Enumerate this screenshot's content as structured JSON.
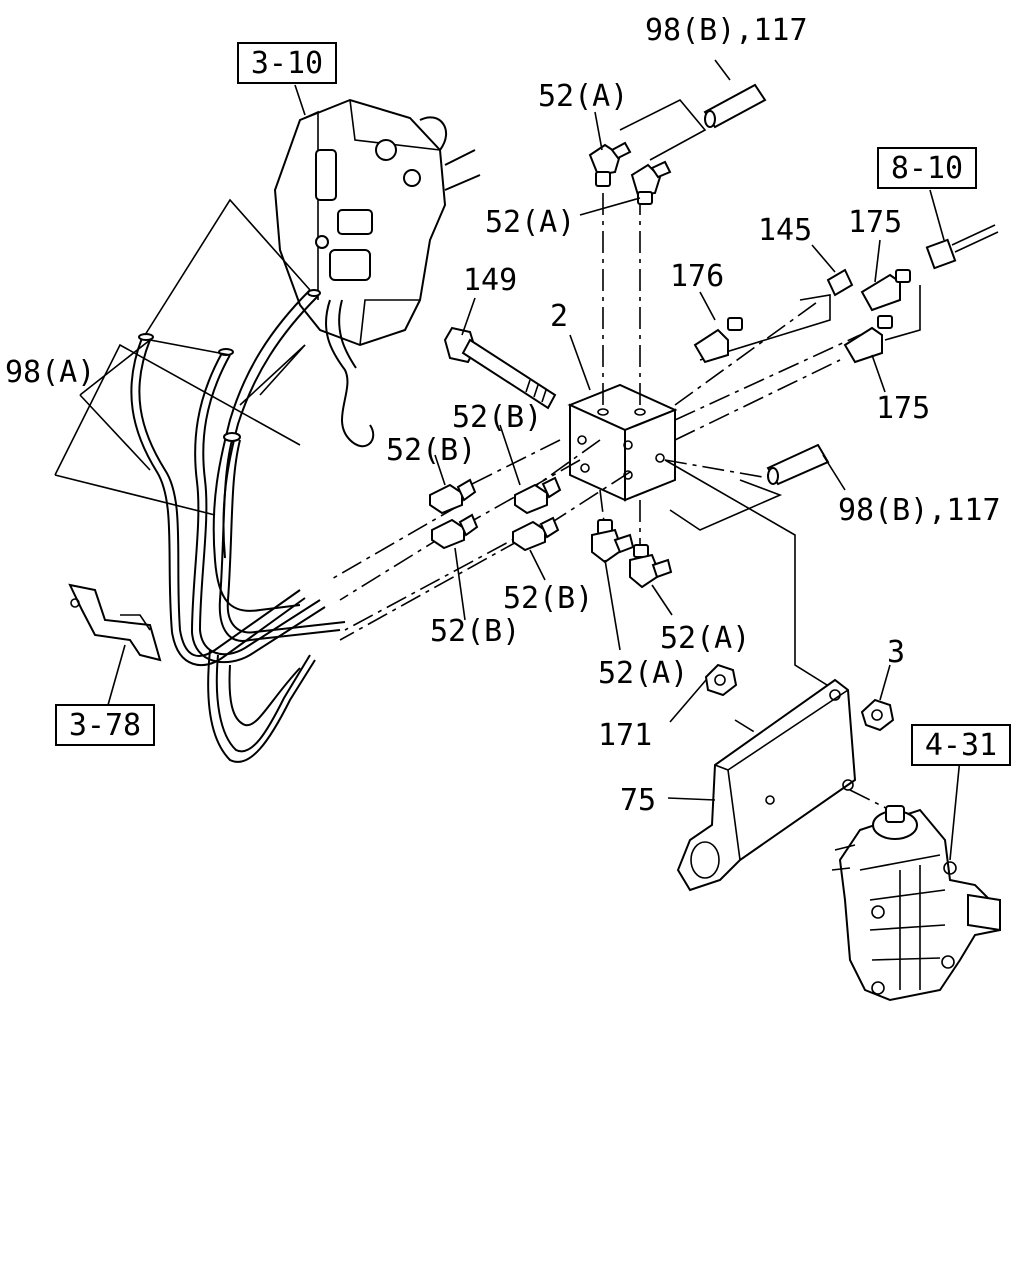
{
  "callouts": {
    "ref_3_10": "3-10",
    "ref_8_10": "8-10",
    "ref_3_78": "3-78",
    "ref_4_31": "4-31",
    "pipe_98b_117_top": "98(B),117",
    "pipe_98b_117_right": "98(B),117",
    "pipe_98a": "98(A)",
    "fitting_52a_1": "52(A)",
    "fitting_52a_2": "52(A)",
    "fitting_52a_3": "52(A)",
    "fitting_52a_4": "52(A)",
    "fitting_52b_1": "52(B)",
    "fitting_52b_2": "52(B)",
    "fitting_52b_3": "52(B)",
    "fitting_52b_4": "52(B)",
    "bolt_149": "149",
    "block_2": "2",
    "part_176": "176",
    "part_145": "145",
    "switch_175_top": "175",
    "switch_175_bottom": "175",
    "nut_3": "3",
    "nut_171": "171",
    "bracket_75": "75"
  }
}
